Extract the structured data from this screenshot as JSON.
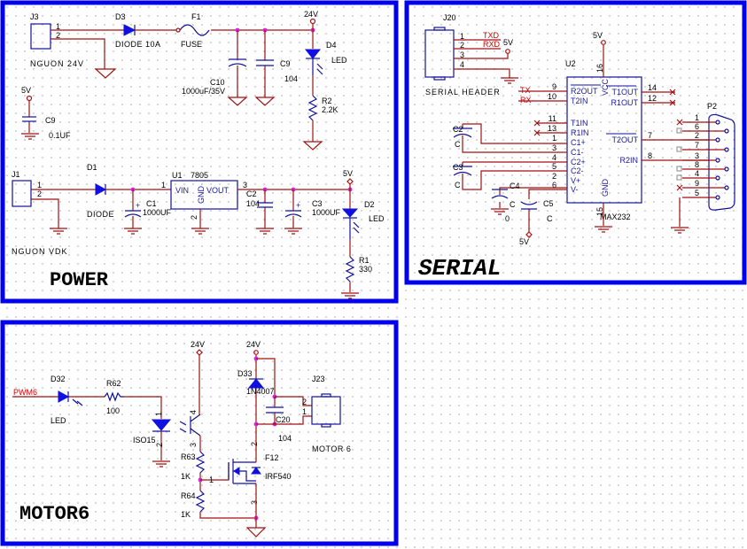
{
  "colors": {
    "frame": "#0000ee",
    "wire": "#a01010",
    "component": "#1010a0",
    "junction": "#e020e0",
    "net_label": "#d00000"
  },
  "power": {
    "title": "POWER",
    "j3": {
      "ref": "J3",
      "name": "NGUON 24V",
      "pins": [
        "1",
        "2"
      ]
    },
    "d3": {
      "ref": "D3",
      "value": "DIODE 10A"
    },
    "f1": {
      "ref": "F1",
      "value": "FUSE"
    },
    "c10": {
      "ref": "C10",
      "value": "1000uF/35V"
    },
    "c9a": {
      "ref": "C9",
      "value": "104"
    },
    "net_24v": "24V",
    "d4": {
      "ref": "D4",
      "value": "LED"
    },
    "r2": {
      "ref": "R2",
      "value": "2.2K"
    },
    "c9b": {
      "ref": "C9",
      "value": "0.1UF",
      "net": "5V"
    },
    "j1": {
      "ref": "J1",
      "name": "NGUON VDK",
      "pins": [
        "1",
        "2"
      ]
    },
    "d1": {
      "ref": "D1",
      "value": "DIODE"
    },
    "c1": {
      "ref": "C1",
      "value": "1000UF",
      "plus": "+"
    },
    "u1": {
      "ref": "U1",
      "value": "7805",
      "vin": "VIN",
      "gnd": "GND",
      "vout": "VOUT",
      "pin_in": "1",
      "pin_gnd": "2",
      "pin_out": "3"
    },
    "c2": {
      "ref": "C2",
      "value": "104"
    },
    "c3": {
      "ref": "C3",
      "value": "1000UF",
      "plus": "+"
    },
    "net_5v": "5V",
    "d2": {
      "ref": "D2",
      "value": "LED"
    },
    "r1": {
      "ref": "R1",
      "value": "330"
    }
  },
  "serial": {
    "title": "SERIAL",
    "j20": {
      "ref": "J20",
      "name": "SERIAL HEADER",
      "pins": [
        "1",
        "2",
        "3",
        "4"
      ],
      "txd": "TXD",
      "rxd": "RXD",
      "net_5v": "5V"
    },
    "u2": {
      "ref": "U2",
      "value": "MAX232",
      "vcc": "VCC",
      "gnd": "GND",
      "pin_vcc": "16",
      "pin_gnd": "15",
      "net_5v": "5V",
      "left_pins": [
        {
          "num": "9",
          "name": "R2OUT",
          "net": "TX"
        },
        {
          "num": "10",
          "name": "T2IN",
          "net": "RX"
        },
        {
          "num": "11",
          "name": "T1IN",
          "net": ""
        },
        {
          "num": "13",
          "name": "R1IN",
          "net": ""
        },
        {
          "num": "1",
          "name": "C1+",
          "net": ""
        },
        {
          "num": "3",
          "name": "C1-",
          "net": ""
        },
        {
          "num": "4",
          "name": "C2+",
          "net": ""
        },
        {
          "num": "5",
          "name": "C2-",
          "net": ""
        },
        {
          "num": "2",
          "name": "V+",
          "net": ""
        },
        {
          "num": "6",
          "name": "V-",
          "net": ""
        }
      ],
      "right_pins": [
        {
          "num": "14",
          "name": "T1OUT"
        },
        {
          "num": "12",
          "name": "R1OUT"
        },
        {
          "num": "7",
          "name": "T2OUT"
        },
        {
          "num": "8",
          "name": "R2IN"
        }
      ]
    },
    "c2": {
      "ref": "C2",
      "value": "C"
    },
    "c3": {
      "ref": "C3",
      "value": "C"
    },
    "c4": {
      "ref": "C4",
      "value": "C",
      "extra": "0"
    },
    "c5": {
      "ref": "C5",
      "value": "C",
      "net": "5V"
    },
    "p2": {
      "ref": "P2",
      "pins": [
        "1",
        "6",
        "2",
        "7",
        "3",
        "8",
        "4",
        "9",
        "5"
      ]
    }
  },
  "motor": {
    "title": "MOTOR6",
    "pwm_net": "PWM6",
    "d32": {
      "ref": "D32",
      "value": "LED"
    },
    "r62": {
      "ref": "R62",
      "value": "100"
    },
    "iso": {
      "ref": "ISO15",
      "pins": [
        "1",
        "2",
        "4",
        "3"
      ]
    },
    "net_24v_a": "24V",
    "net_24v_b": "24V",
    "d33": {
      "ref": "D33",
      "value": "1N4007"
    },
    "c20": {
      "ref": "C20",
      "value": "104"
    },
    "j23": {
      "ref": "J23",
      "name": "MOTOR 6",
      "pins": [
        "2",
        "1"
      ]
    },
    "r63": {
      "ref": "R63",
      "value": "1K"
    },
    "r64": {
      "ref": "R64",
      "value": "1K"
    },
    "f12": {
      "ref": "F12",
      "value": "IRF540",
      "pins": [
        "1",
        "2",
        "3"
      ]
    }
  }
}
